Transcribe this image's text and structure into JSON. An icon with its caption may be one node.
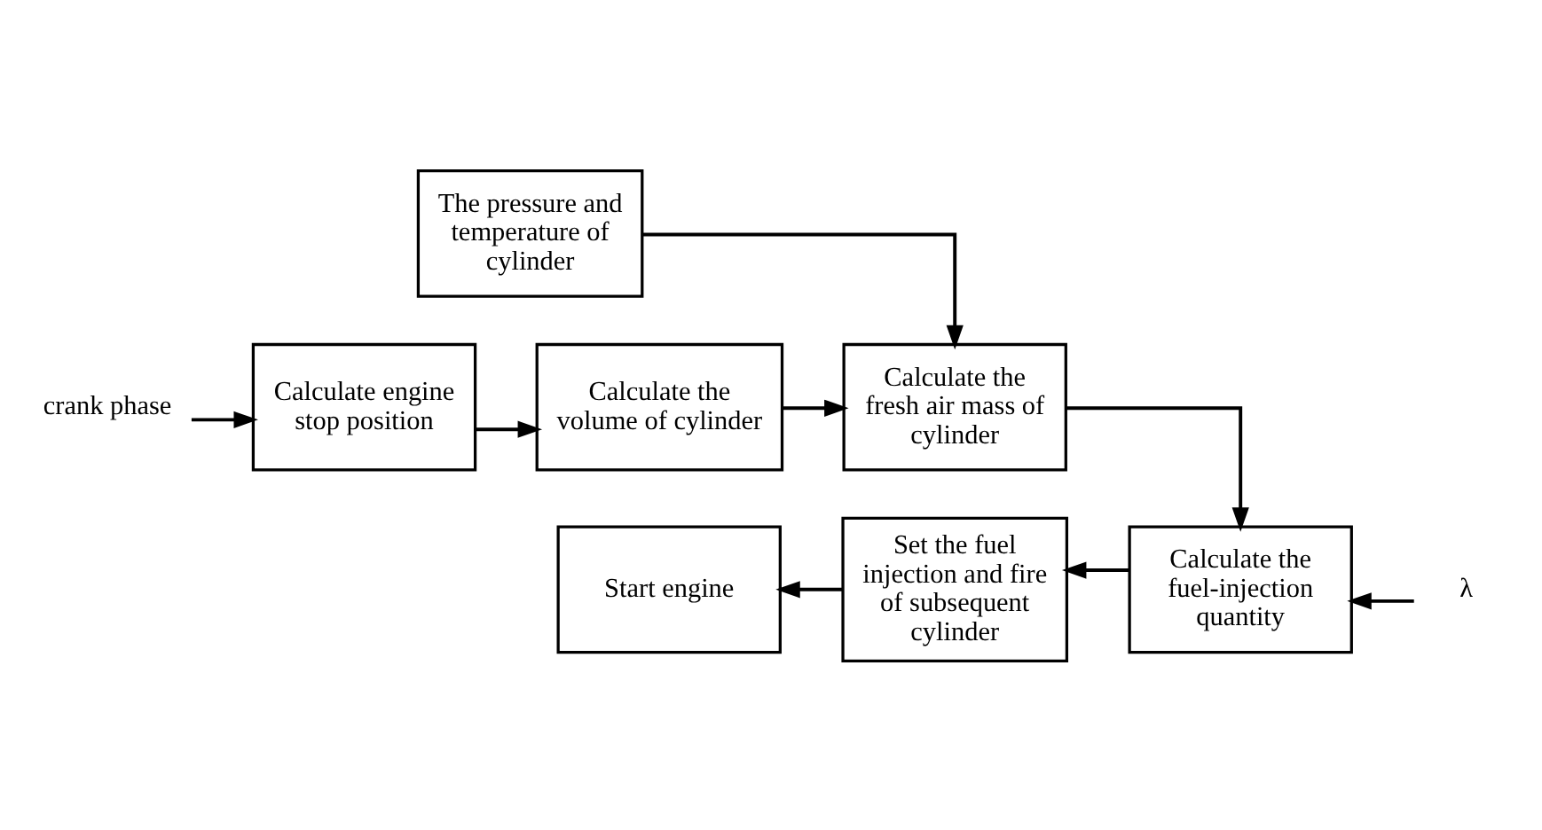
{
  "diagram": {
    "nodes": [
      {
        "text": [
          "crank phase"
        ]
      },
      {
        "text": [
          "Calculate engine stop position"
        ]
      },
      {
        "text": [
          "Calculate the volume of cylinder"
        ]
      },
      {
        "text": [
          "The pressure and temperature of cylinder"
        ]
      },
      {
        "text": [
          "Calculate the fresh air mass of cylinder"
        ]
      },
      {
        "text": [
          "Calculate the fuel-injection quantity"
        ]
      },
      {
        "text": [
          "λ"
        ]
      },
      {
        "text": [
          "Set the fuel injection and fire of subsequent cylinder"
        ]
      },
      {
        "text": [
          "Start engine"
        ]
      }
    ],
    "edges": [
      {
        "from": 0,
        "to": 1,
        "arrow": "to"
      },
      {
        "from": 1,
        "to": 2,
        "arrow": "to"
      },
      {
        "from": 2,
        "to": 4,
        "arrow": "to"
      },
      {
        "from": 3,
        "to": 4,
        "arrow": "to"
      },
      {
        "from": 4,
        "to": 5,
        "arrow": "to"
      },
      {
        "from": 6,
        "to": 5,
        "arrow": "to"
      },
      {
        "from": 5,
        "to": 7,
        "arrow": "to"
      },
      {
        "from": 7,
        "to": 8,
        "arrow": "to"
      }
    ]
  }
}
